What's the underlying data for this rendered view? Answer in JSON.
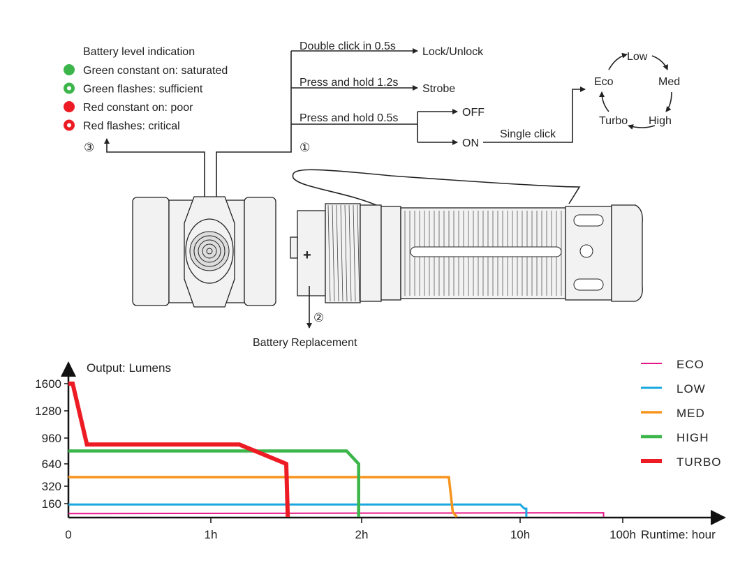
{
  "battery": {
    "title": "Battery level indication",
    "items": [
      {
        "label": "Green constant on: saturated",
        "color": "#3cb54a",
        "style": "solid"
      },
      {
        "label": "Green flashes: sufficient",
        "color": "#3cb54a",
        "style": "ring"
      },
      {
        "label": "Red constant on: poor",
        "color": "#ed1c24",
        "style": "solid"
      },
      {
        "label": "Red flashes: critical",
        "color": "#ed1c24",
        "style": "ring"
      }
    ],
    "marker": "③"
  },
  "operations": {
    "marker": "①",
    "double_click": "Double click in 0.5s",
    "lock": "Lock/Unlock",
    "hold_12": "Press and hold 1.2s",
    "strobe": "Strobe",
    "hold_05": "Press and hold 0.5s",
    "off": "OFF",
    "on": "ON",
    "single_click": "Single click"
  },
  "cycle": {
    "low": "Low",
    "med": "Med",
    "high": "High",
    "turbo": "Turbo",
    "eco": "Eco"
  },
  "battery_replacement": {
    "marker": "②",
    "label": "Battery Replacement",
    "plus": "+"
  },
  "chart_data": {
    "type": "line",
    "ylabel": "Output: Lumens",
    "xlabel": "Runtime: hour",
    "yticks": [
      0,
      160,
      320,
      640,
      960,
      1280,
      1600
    ],
    "ytick_labels": [
      "160",
      "320",
      "640",
      "960",
      "1280",
      "1600"
    ],
    "xticks": [
      0,
      1,
      2,
      10,
      100
    ],
    "xtick_labels": [
      "0",
      "1h",
      "2h",
      "10h",
      "100h"
    ],
    "legend_position": "top-right",
    "series": [
      {
        "name": "ECO",
        "color": "#e8178a",
        "width": 2,
        "points": [
          [
            0,
            40
          ],
          [
            65,
            50
          ],
          [
            65,
            0
          ]
        ]
      },
      {
        "name": "LOW",
        "color": "#1aa7e0",
        "width": 3,
        "points": [
          [
            0,
            150
          ],
          [
            10,
            150
          ],
          [
            11,
            100
          ],
          [
            11.5,
            100
          ],
          [
            11.5,
            0
          ]
        ]
      },
      {
        "name": "MED",
        "color": "#f7941d",
        "width": 3.5,
        "points": [
          [
            0,
            450
          ],
          [
            6.4,
            450
          ],
          [
            6.6,
            60
          ],
          [
            6.8,
            0
          ]
        ]
      },
      {
        "name": "HIGH",
        "color": "#3cb54a",
        "width": 4.5,
        "points": [
          [
            0,
            800
          ],
          [
            1.9,
            800
          ],
          [
            1.98,
            640
          ],
          [
            1.98,
            0
          ]
        ]
      },
      {
        "name": "TURBO",
        "color": "#ed1c24",
        "width": 6,
        "points": [
          [
            0.03,
            1600
          ],
          [
            0.13,
            880
          ],
          [
            1.19,
            880
          ],
          [
            1.5,
            640
          ],
          [
            1.51,
            0
          ]
        ]
      }
    ]
  }
}
